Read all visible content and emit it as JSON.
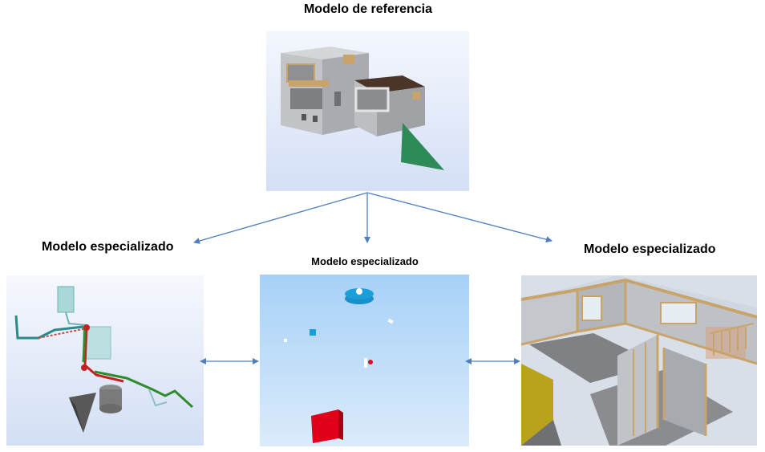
{
  "labels": {
    "reference": "Modelo de referencia",
    "specialized_left": "Modelo especializado",
    "specialized_center": "Modelo especializado",
    "specialized_right": "Modelo especializado"
  },
  "panels": {
    "reference": "building-3d-model-render",
    "left": "plumbing-piping-model-render",
    "center": "devices-model-render",
    "right": "structural-framing-model-render"
  },
  "colors": {
    "arrow": "#4f7fbf",
    "wall_gray": "#b7b9bd",
    "wood": "#c9a46a",
    "green_shape": "#2e8b57",
    "pipe_green": "#2e8b2e",
    "pipe_red": "#c42222",
    "device_blue": "#1aa0d8",
    "device_red": "#e0001a",
    "floor_yellow": "#b9a21c"
  }
}
